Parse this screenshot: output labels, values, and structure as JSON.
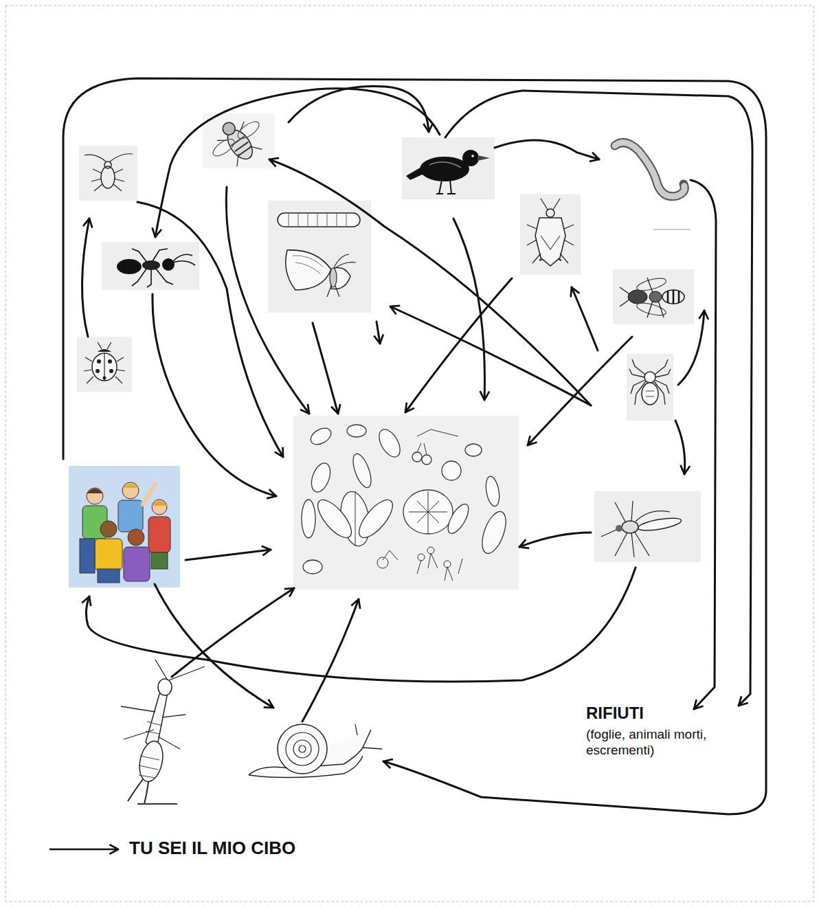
{
  "diagram": {
    "labels": [
      "RIFIUTI",
      "(foglie, animali morti, escrementi)"
    ],
    "legend": [
      {
        "text": "TU SEI IL MIO CIBO"
      }
    ]
  }
}
